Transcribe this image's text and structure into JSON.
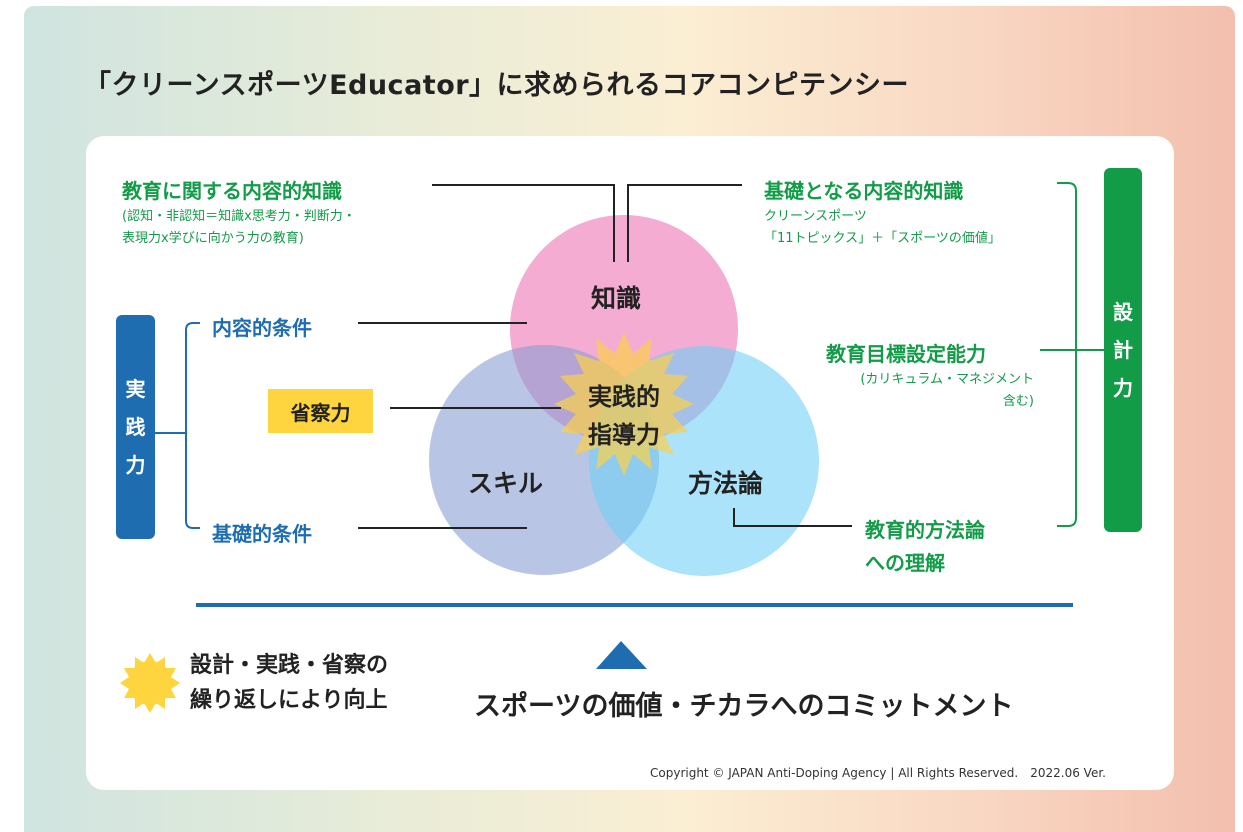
{
  "title": "「クリーンスポーツEducator」に求められるコアコンピテンシー",
  "colors": {
    "green": "#129c48",
    "blue": "#1f6db1",
    "yellow": "#fed53e",
    "circle_knowledge": "#f08cc0",
    "circle_skill": "#8a9ed3",
    "circle_method": "#6dcff6"
  },
  "venn": {
    "knowledge": "知識",
    "skill": "スキル",
    "method": "方法論",
    "center_line1": "実践的",
    "center_line2": "指導力"
  },
  "left_top": {
    "heading": "教育に関する内容的知識",
    "sub_line1": "(認知・非認知＝知識x思考力・判断力・",
    "sub_line2": "表現力x学びに向かう力の教育)"
  },
  "right_top": {
    "heading": "基礎となる内容的知識",
    "sub_line1": "クリーンスポーツ",
    "sub_line2": "「11トピックス」＋「スポーツの価値」"
  },
  "right_mid": {
    "heading": "教育目標設定能力",
    "sub_line1": "(カリキュラム・マネジメント",
    "sub_line2": "含む)"
  },
  "right_bottom": {
    "line1": "教育的方法論",
    "line2": "への理解"
  },
  "left_bar": [
    "実",
    "践",
    "力"
  ],
  "right_bar": [
    "設",
    "計",
    "力"
  ],
  "left_items": {
    "content": "内容的条件",
    "basic": "基礎的条件"
  },
  "reflection": "省察力",
  "bottom": {
    "cycle_line1": "設計・実践・省察の",
    "cycle_line2": "繰り返しにより向上",
    "commitment": "スポーツの価値・チカラへのコミットメント",
    "sun_icon": "sun-icon",
    "triangle_icon": "triangle-up-icon"
  },
  "copyright": "Copyright © JAPAN Anti-Doping Agency | All Rights Reserved.　2022.06 Ver."
}
